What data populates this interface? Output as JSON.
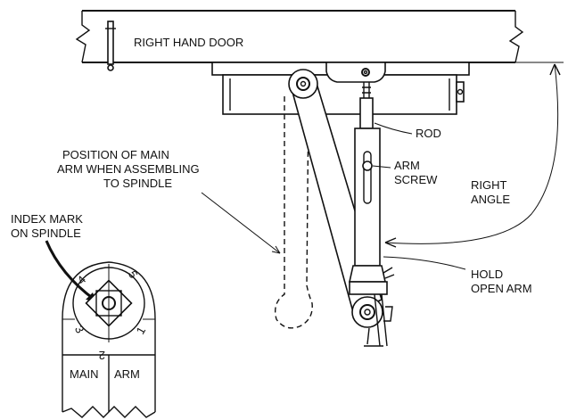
{
  "labels": {
    "right_hand_door": "RIGHT HAND DOOR",
    "rod": "ROD",
    "arm_screw": [
      "ARM",
      "SCREW"
    ],
    "position_main_arm": [
      "POSITION OF MAIN",
      "ARM WHEN ASSEMBLING",
      "TO SPINDLE"
    ],
    "right_angle": [
      "RIGHT",
      "ANGLE"
    ],
    "index_mark": [
      "INDEX MARK",
      "ON SPINDLE"
    ],
    "hold_open_arm": [
      "HOLD",
      "OPEN ARM"
    ],
    "main": "MAIN",
    "arm": "ARM",
    "spindle_numbers": [
      "1",
      "2",
      "3",
      "4",
      "5"
    ]
  }
}
